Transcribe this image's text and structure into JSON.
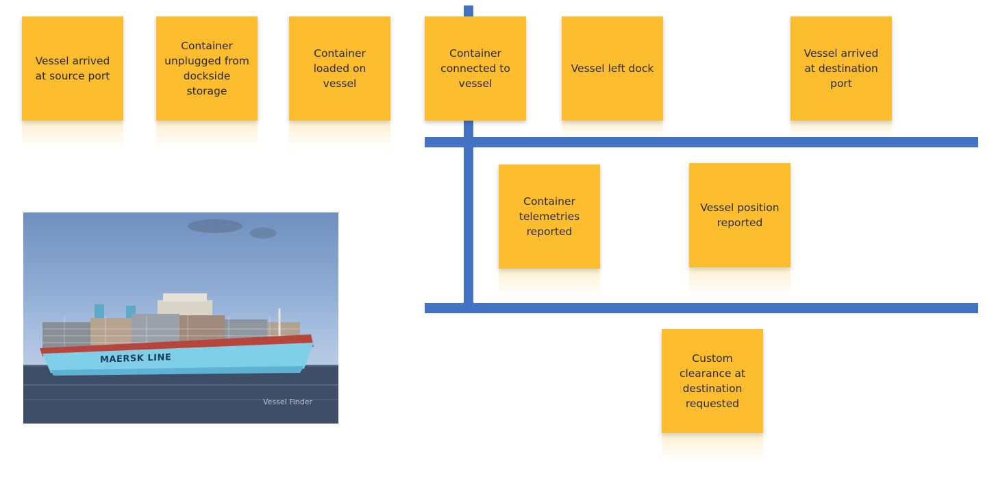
{
  "events": {
    "vessel_arrived_source": "Vessel arrived at source port",
    "container_unplugged": "Container unplugged from dockside storage",
    "container_loaded": "Container loaded on vessel",
    "container_connected": "Container connected to vessel",
    "vessel_left_dock": "Vessel left dock",
    "vessel_arrived_destination": "Vessel arrived at destination port",
    "container_telemetries": "Container telemetries reported",
    "vessel_position": "Vessel position reported",
    "custom_clearance": "Custom clearance at destination requested"
  },
  "photo": {
    "hull_text": "MAERSK LINE",
    "watermark": "Vessel Finder"
  },
  "colors": {
    "sticky_note": "#fbbd2d",
    "swimlane_line": "#4472c4",
    "hull": "#7fcfe8"
  }
}
